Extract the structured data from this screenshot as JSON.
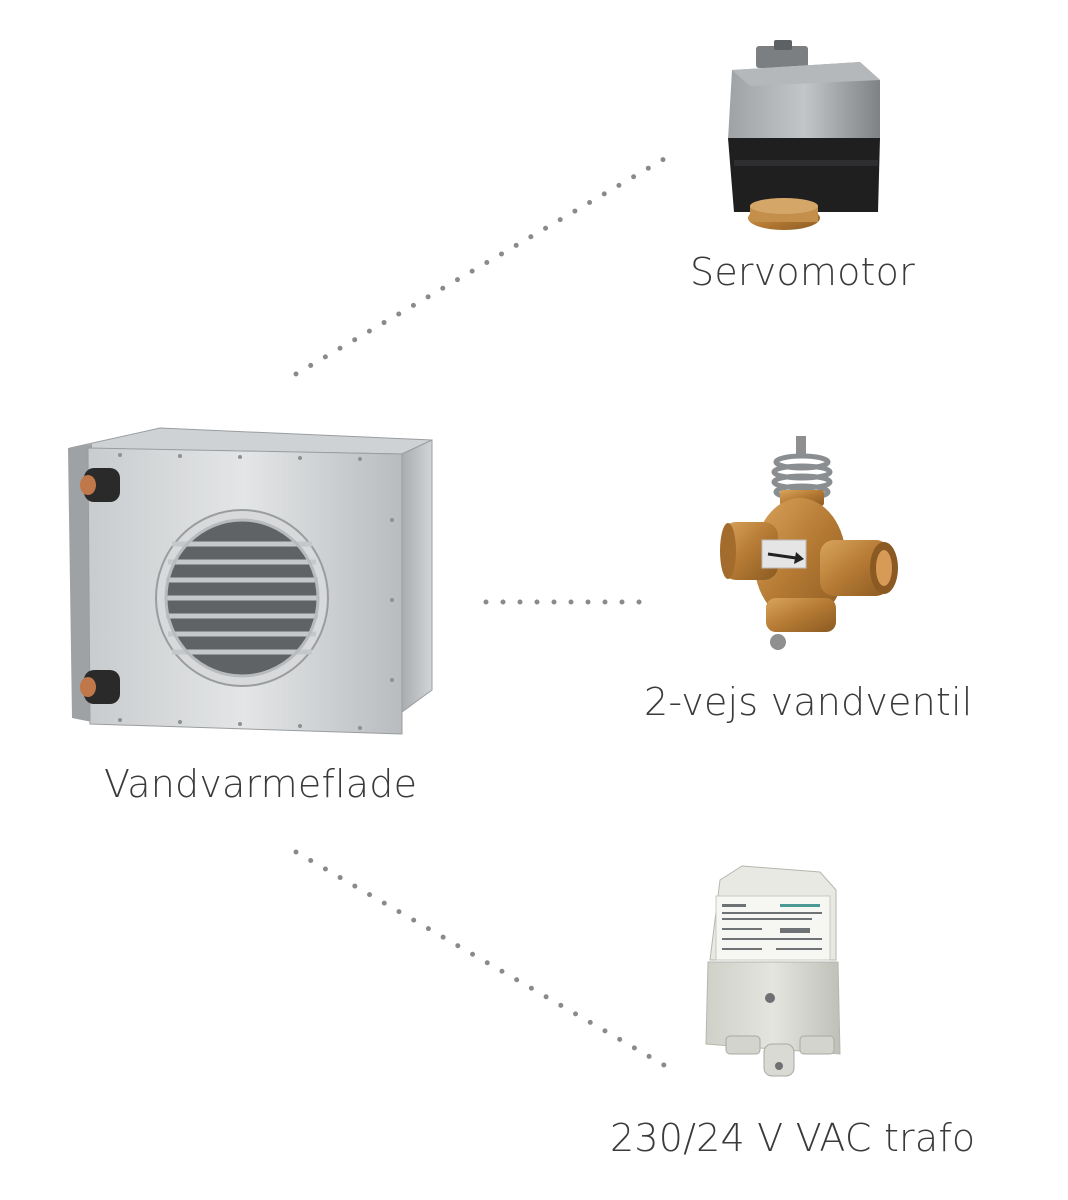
{
  "diagram": {
    "center_component": {
      "label": "Vandvarmeflade",
      "icon": "water-heating-coil"
    },
    "connected_components": [
      {
        "label": "Servomotor",
        "icon": "servomotor"
      },
      {
        "label": "2-vejs vandventil",
        "icon": "two-way-water-valve"
      },
      {
        "label": "230/24 V VAC trafo",
        "icon": "transformer"
      }
    ],
    "connector_style": "dotted",
    "colors": {
      "connector": "#8a8a8a",
      "text": "#3a3a3a"
    }
  }
}
